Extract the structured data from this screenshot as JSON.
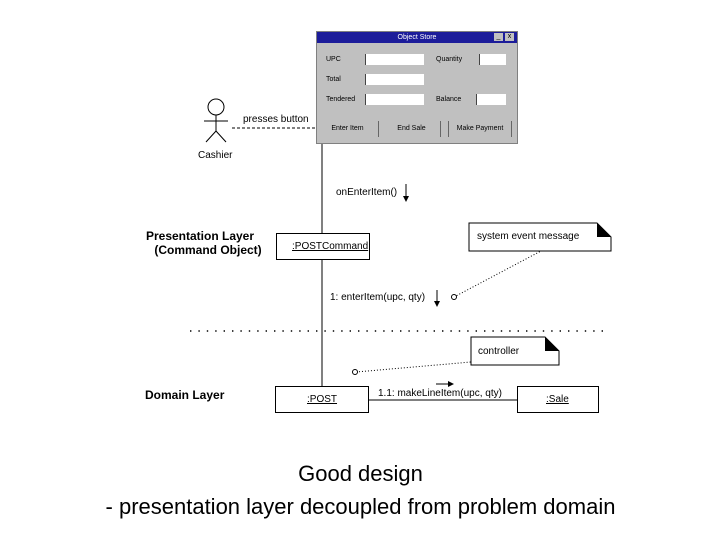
{
  "window": {
    "title": "Object Store",
    "minimize": "_",
    "close": "x",
    "upc_label": "UPC",
    "quantity_label": "Quantity",
    "total_label": "Total",
    "tendered_label": "Tendered",
    "balance_label": "Balance",
    "buttons": [
      "Enter Item",
      "End Sale",
      "Make Payment"
    ]
  },
  "actor": {
    "name": "Cashier",
    "action": "presses button"
  },
  "messages": {
    "on_enter_item": "onEnterItem()",
    "enter_item": "1: enterItem(upc, qty)",
    "make_line_item": "1.1: makeLineItem(upc, qty)"
  },
  "objects": {
    "post_command": ":POSTCommand",
    "post": ":POST",
    "sale": ":Sale"
  },
  "notes": {
    "system_event": "system event message",
    "controller": "controller"
  },
  "layers": {
    "presentation_1": "Presentation Layer",
    "presentation_2": "(Command Object)",
    "domain": "Domain Layer"
  },
  "caption": {
    "line1": "Good design",
    "line2": "- presentation layer decoupled from problem domain"
  }
}
